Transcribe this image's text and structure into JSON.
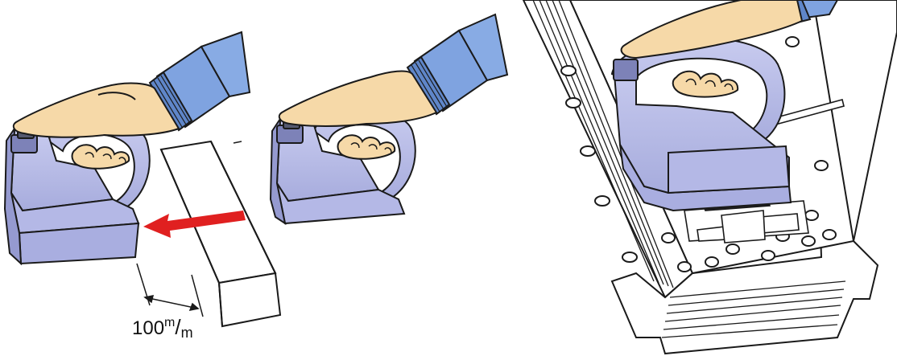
{
  "figure": {
    "dimension": {
      "number": "100",
      "unit_top": "m",
      "separator": "/",
      "unit_bottom": "m"
    }
  },
  "colors": {
    "magnet_body": "#b9bde8",
    "magnet_shade": "#9ea3d6",
    "sleeve": "#7fa3e0",
    "cuff": "#5f86c9",
    "skin": "#f6d9a8",
    "arrow": "#e02020",
    "outline": "#1a1a1a"
  },
  "icons": [
    "hand-icon",
    "lifting-magnet-icon",
    "arrow-left-icon",
    "steel-bar-icon",
    "sheet-stack-icon"
  ]
}
